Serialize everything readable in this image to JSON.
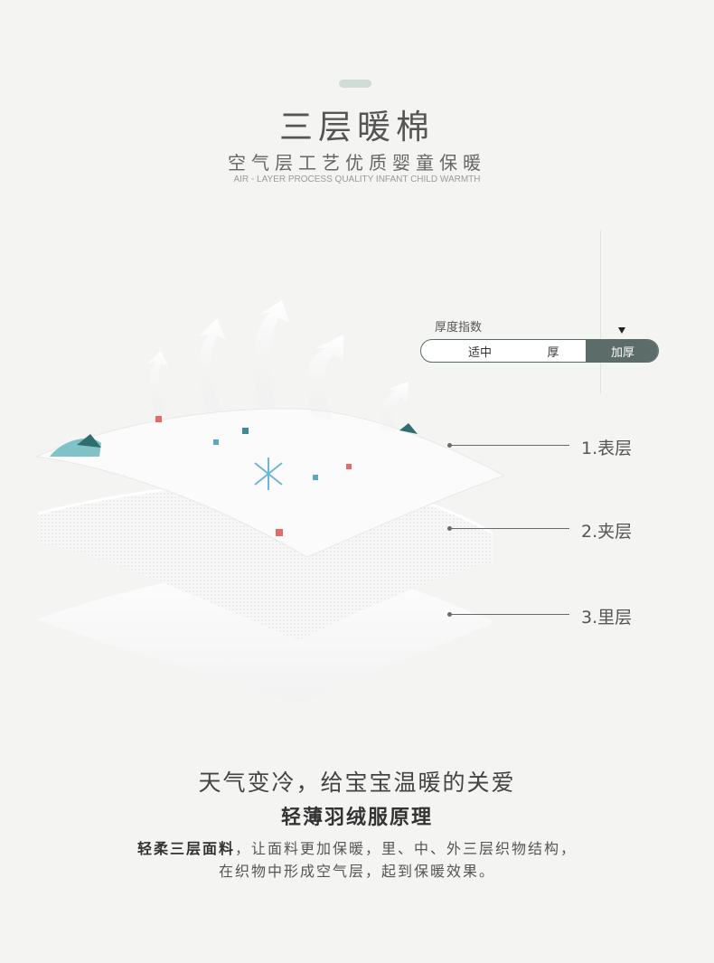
{
  "header": {
    "title": "三层暖棉",
    "subtitle": "空气层工艺优质婴童保暖",
    "subtitle_en": "AIR - LAYER PROCESS QUALITY INFANT CHILD WARMTH",
    "accent_color": "#cfdcd7"
  },
  "thickness": {
    "label": "厚度指数",
    "options": [
      "适中",
      "厚",
      "加厚"
    ],
    "selected": "加厚",
    "selected_color": "#5b6c69"
  },
  "layers": [
    {
      "label": "1.表层"
    },
    {
      "label": "2.夹层"
    },
    {
      "label": "3.里层"
    }
  ],
  "illustration": {
    "icons": [
      "arrow-up-icon",
      "snowflake-icon",
      "tree-icon"
    ]
  },
  "bottom": {
    "headline": "天气变冷，给宝宝温暖的关爱",
    "subheadline": "轻薄羽绒服原理",
    "body_bold": "轻柔三层面料",
    "body_line1_rest": "，让面料更加保暖，里、中、外三层织物结构，",
    "body_line2": "在织物中形成空气层，起到保暖效果。"
  }
}
